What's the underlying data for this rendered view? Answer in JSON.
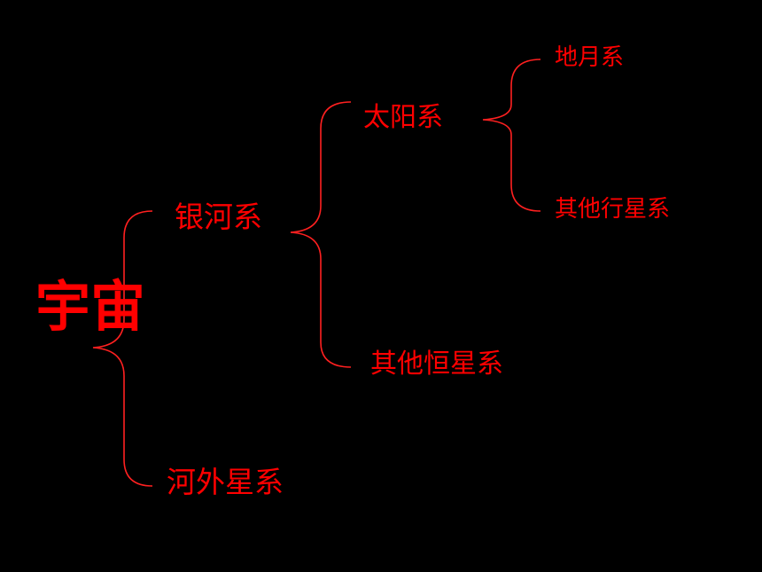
{
  "diagram": {
    "root": "宇宙",
    "level1": [
      "银河系",
      "河外星系"
    ],
    "level2": [
      "太阳系",
      "其他恒星系"
    ],
    "level3": [
      "地月系",
      "其他行星系"
    ]
  },
  "colors": {
    "background": "#000000",
    "text": "#ff0000",
    "bracket": "#ff2020"
  }
}
